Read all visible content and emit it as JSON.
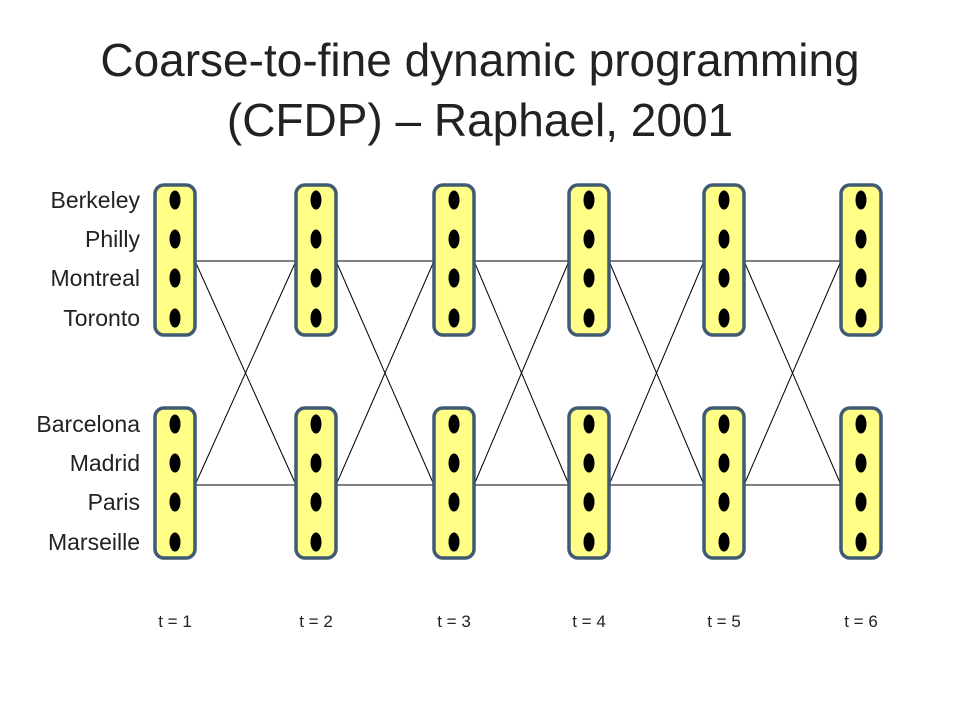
{
  "title": {
    "line1": "Coarse-to-fine dynamic programming",
    "line2": "(CFDP) – Raphael, 2001"
  },
  "states": {
    "group_a": [
      "Berkeley",
      "Philly",
      "Montreal",
      "Toronto"
    ],
    "group_b": [
      "Barcelona",
      "Madrid",
      "Paris",
      "Marseille"
    ]
  },
  "time_steps": [
    "t = 1",
    "t = 2",
    "t = 3",
    "t = 4",
    "t = 5",
    "t = 6"
  ],
  "colors": {
    "node_fill": "#ffff88",
    "node_border": "#3f5a72",
    "dot": "#000000",
    "edge": "#000000"
  }
}
